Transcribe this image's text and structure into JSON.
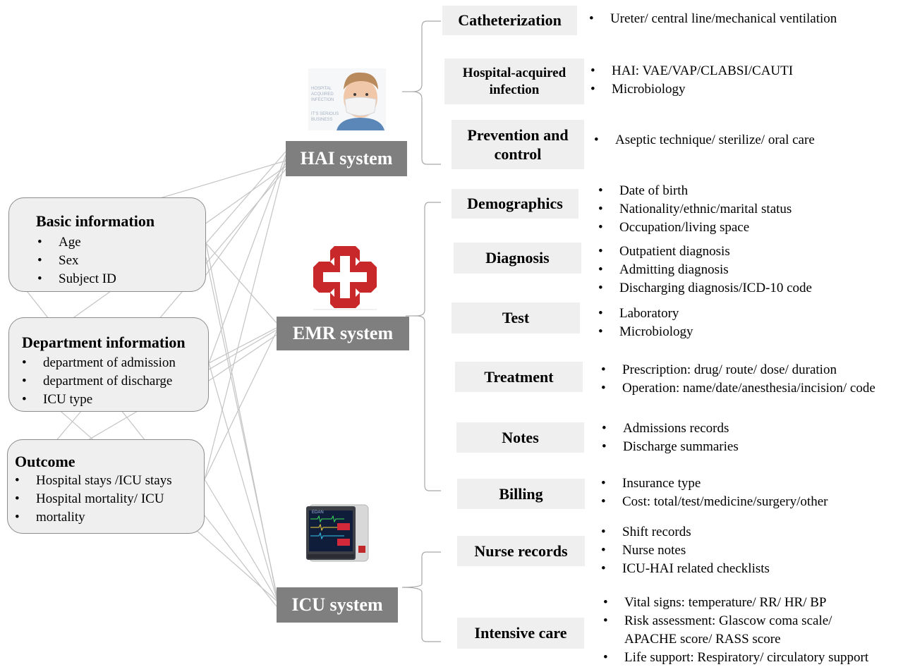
{
  "left_boxes": [
    {
      "title": "Basic information",
      "items": [
        "Age",
        "Sex",
        "Subject ID"
      ]
    },
    {
      "title": "Department information",
      "items": [
        "department of admission",
        "department of discharge",
        "ICU type"
      ]
    },
    {
      "title": "Outcome",
      "items": [
        "Hospital stays /ICU stays",
        "Hospital mortality/ ICU",
        "mortality"
      ]
    }
  ],
  "systems": {
    "hai": "HAI system",
    "emr": "EMR system",
    "icu": "ICU system"
  },
  "hai_poster": {
    "lines": [
      "HOSPITAL",
      "ACQUIRED",
      "INFECTION",
      "IT'S SERIOUS",
      "BUSINESS"
    ]
  },
  "monitor_brand": "EDAN",
  "categories": {
    "hai": [
      {
        "label": "Catheterization",
        "details": [
          "Ureter/ central line/mechanical ventilation"
        ]
      },
      {
        "label": "Hospital-acquired infection",
        "details": [
          "HAI: VAE/VAP/CLABSI/CAUTI",
          "Microbiology"
        ]
      },
      {
        "label": "Prevention and control",
        "details": [
          "Aseptic technique/ sterilize/ oral care"
        ]
      }
    ],
    "emr": [
      {
        "label": "Demographics",
        "details": [
          "Date of birth",
          "Nationality/ethnic/marital status",
          "Occupation/living space"
        ]
      },
      {
        "label": "Diagnosis",
        "details": [
          "Outpatient diagnosis",
          "Admitting diagnosis",
          "Discharging diagnosis/ICD-10 code"
        ]
      },
      {
        "label": "Test",
        "details": [
          "Laboratory",
          "Microbiology"
        ]
      },
      {
        "label": "Treatment",
        "details": [
          "Prescription: drug/ route/ dose/ duration",
          "Operation: name/date/anesthesia/incision/ code"
        ]
      },
      {
        "label": "Notes",
        "details": [
          "Admissions records",
          "Discharge summaries"
        ]
      },
      {
        "label": "Billing",
        "details": [
          "Insurance type",
          "Cost: total/test/medicine/surgery/other"
        ]
      }
    ],
    "icu": [
      {
        "label": "Nurse records",
        "details": [
          "Shift records",
          "Nurse notes",
          "ICU-HAI related checklists"
        ]
      },
      {
        "label": "Intensive care",
        "details": [
          "Vital signs: temperature/ RR/ HR/ BP",
          "Risk assessment: Glascow coma scale/",
          "APACHE score/ RASS score",
          "Life support: Respiratory/ circulatory support"
        ]
      }
    ]
  },
  "colors": {
    "system_box": "#7f7f7f",
    "category_box": "#efefef",
    "connector": "#c0c0c0",
    "cross_red": "#c8282a"
  }
}
